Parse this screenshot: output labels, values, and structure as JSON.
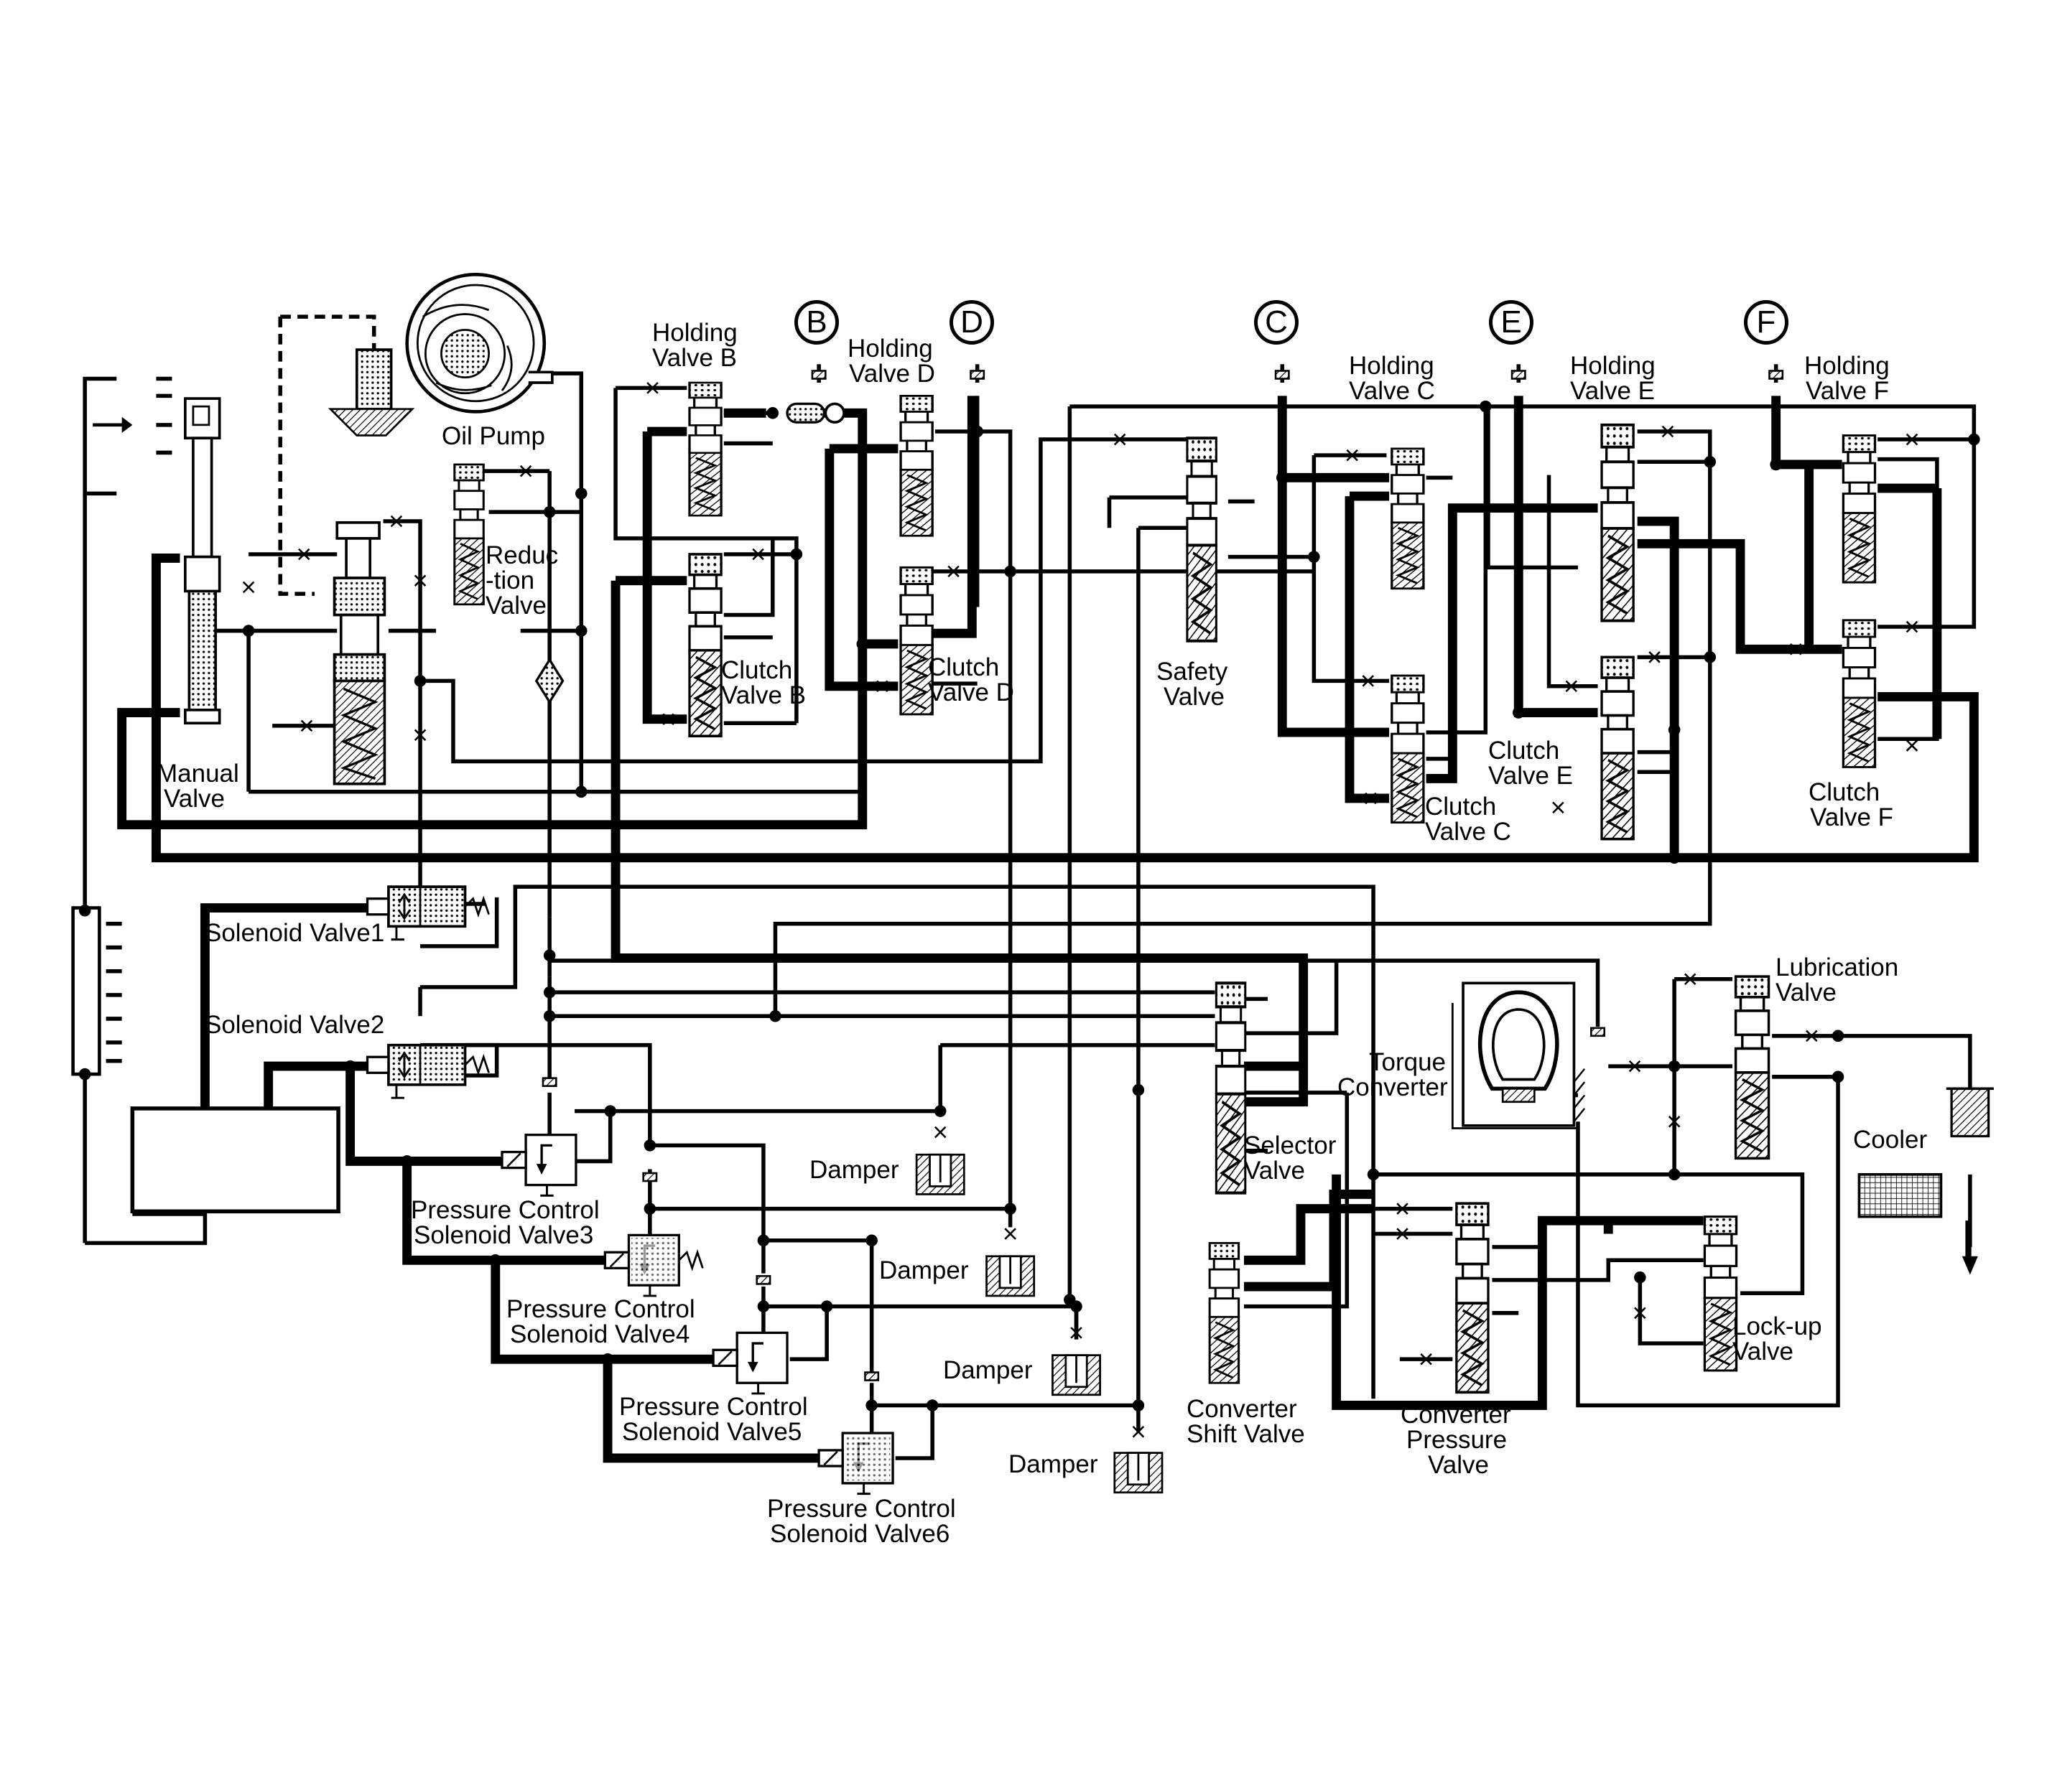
{
  "labels": {
    "oil_pump": "Oil Pump",
    "reduction_valve": [
      "Reduc",
      "-tion",
      "Valve"
    ],
    "manual_valve": [
      "Manual",
      "Valve"
    ],
    "holding_valve_b": [
      "Holding",
      "Valve B"
    ],
    "holding_valve_d": [
      "Holding",
      "Valve D"
    ],
    "holding_valve_c": [
      "Holding",
      "Valve C"
    ],
    "holding_valve_e": [
      "Holding",
      "Valve E"
    ],
    "holding_valve_f": [
      "Holding",
      "Valve F"
    ],
    "clutch_valve_b": [
      "Clutch",
      "Valve B"
    ],
    "clutch_valve_d": [
      "Clutch",
      "Valve D"
    ],
    "clutch_valve_c": [
      "Clutch",
      "Valve C"
    ],
    "clutch_valve_e": [
      "Clutch",
      "Valve E"
    ],
    "clutch_valve_f": [
      "Clutch",
      "Valve F"
    ],
    "safety_valve": [
      "Safety",
      "Valve"
    ],
    "solenoid_valve1": "Solenoid Valve1",
    "solenoid_valve2": "Solenoid Valve2",
    "pc_solenoid_valve3": [
      "Pressure Control",
      "Solenoid Valve3"
    ],
    "pc_solenoid_valve4": [
      "Pressure Control",
      "Solenoid Valve4"
    ],
    "pc_solenoid_valve5": [
      "Pressure Control",
      "Solenoid Valve5"
    ],
    "pc_solenoid_valve6": [
      "Pressure Control",
      "Solenoid Valve6"
    ],
    "damper": "Damper",
    "selector_valve": [
      "Selector",
      "Valve"
    ],
    "torque_converter": [
      "Torque",
      "Converter"
    ],
    "converter_shift_valve": [
      "Converter",
      "Shift Valve"
    ],
    "converter_pressure_valve": [
      "Converter",
      "Pressure",
      "Valve"
    ],
    "lubrication_valve": [
      "Lubrication",
      "Valve"
    ],
    "cooler": "Cooler",
    "lockup_valve": [
      "Lock-up",
      "Valve"
    ]
  },
  "circles": {
    "b": "B",
    "d": "D",
    "c": "C",
    "e": "E",
    "f": "F"
  }
}
